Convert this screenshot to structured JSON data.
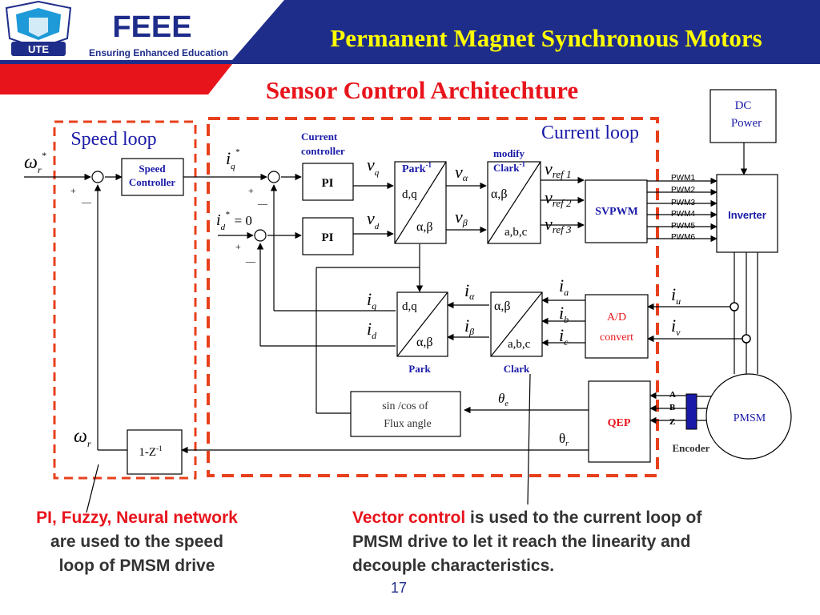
{
  "header": {
    "logo_text": "FEEE",
    "logo_tagline": "Ensuring Enhanced Education",
    "logo_badge": "UTE",
    "title": "Permanent Magnet Synchronous Motors"
  },
  "subtitle": "Sensor Control Architechture",
  "speed_loop": {
    "label": "Speed loop",
    "ref_var": "ω",
    "ref_sub": "r",
    "ref_sup": "*",
    "controller_l1": "Speed",
    "controller_l2": "Controller",
    "plus": "+",
    "minus": "—",
    "fb_var": "ω",
    "fb_sub": "r",
    "delay": "1-Z",
    "delay_sup": "-1"
  },
  "current_loop": {
    "label": "Current loop",
    "cc_l1": "Current",
    "cc_l2": "controller",
    "pi": "PI",
    "iq_ref": "i",
    "iq_ref_sub": "q",
    "iq_ref_sup": "*",
    "id_ref": "i",
    "id_ref_sub": "d",
    "id_ref_sup": "*",
    "id_ref_val": "= 0",
    "vq": "v",
    "vq_sub": "q",
    "vd": "v",
    "vd_sub": "d",
    "park_inv": "Park",
    "park_inv_sup": "-1",
    "valpha": "v",
    "valpha_sub": "α",
    "vbeta": "v",
    "vbeta_sub": "β",
    "mod_l1": "modify",
    "mod_l2": "Clark",
    "mod_sup": "-1",
    "vref": "v",
    "vref1": "ref 1",
    "vref2": "ref 2",
    "vref3": "ref 3",
    "dq": "d,q",
    "ab": "α,β",
    "abc": "a,b,c",
    "svpwm": "SVPWM",
    "pwm": [
      "PWM1",
      "PWM2",
      "PWM3",
      "PWM4",
      "PWM5",
      "PWM6"
    ],
    "iq": "i",
    "iq_sub": "q",
    "id": "i",
    "id_sub": "d",
    "ialpha": "i",
    "ialpha_sub": "α",
    "ibeta": "i",
    "ibeta_sub": "β",
    "ia": "i",
    "ia_sub": "a",
    "ib": "i",
    "ib_sub": "b",
    "ic": "i",
    "ic_sub": "c",
    "park": "Park",
    "clark": "Clark",
    "ad_l1": "A/D",
    "ad_l2": "convert",
    "sincos_l1": "sin /cos of",
    "sincos_l2": "Flux angle",
    "theta_e": "θ",
    "theta_e_sub": "e",
    "theta_r": "θ",
    "theta_r_sub": "r",
    "qep": "QEP"
  },
  "hardware": {
    "dc_l1": "DC",
    "dc_l2": "Power",
    "inverter": "Inverter",
    "iu": "i",
    "iu_sub": "u",
    "iv": "i",
    "iv_sub": "v",
    "pmsm": "PMSM",
    "enc_a": "A",
    "enc_b": "B",
    "enc_z": "Z",
    "encoder": "Encoder"
  },
  "annotations": {
    "left_red": "PI, Fuzzy, Neural network",
    "left_rest": " are used to the speed loop of PMSM drive",
    "right_red": "Vector control",
    "right_rest": " is used to the current loop of PMSM drive to let it reach the linearity and decouple characteristics."
  },
  "page_number": "17",
  "colors": {
    "header_blue": "#1f2d8a",
    "header_red": "#e8141c",
    "title_yellow": "#ffff00",
    "loop_dash": "#e8401c",
    "diagram_blue": "#1a1aa8"
  }
}
